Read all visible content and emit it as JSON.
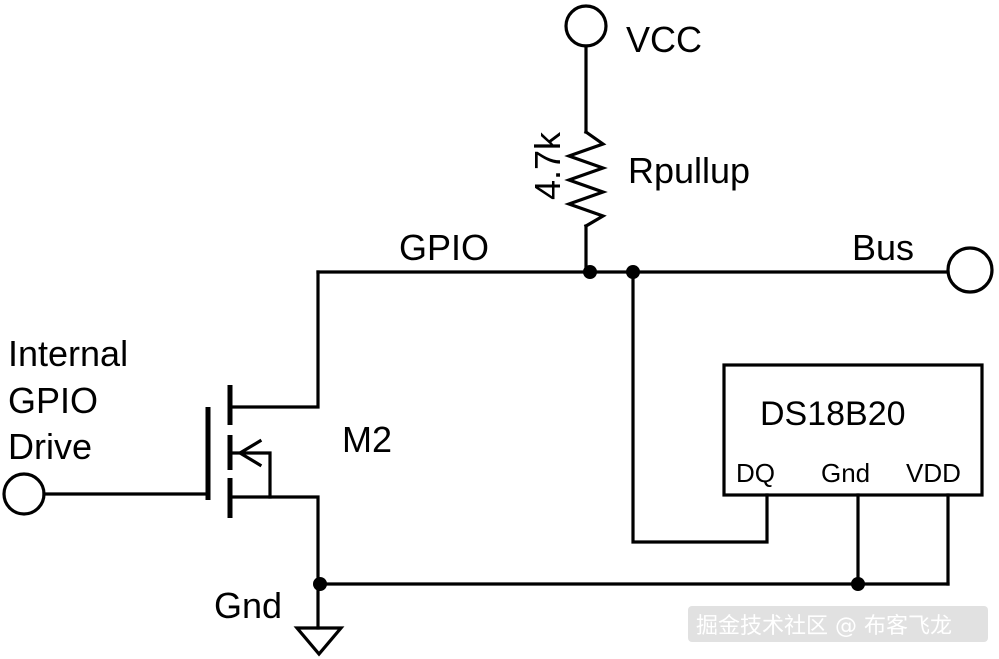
{
  "labels": {
    "vcc": "VCC",
    "resistor_value": "4.7k",
    "resistor_name": "Rpullup",
    "gpio": "GPIO",
    "bus": "Bus",
    "internal_line1": "Internal",
    "internal_line2": "GPIO",
    "internal_line3": "Drive",
    "transistor": "M2",
    "chip_name": "DS18B20",
    "pin_dq": "DQ",
    "pin_gnd": "Gnd",
    "pin_vdd": "VDD",
    "ground": "Gnd"
  },
  "watermark": "掘金技术社区 @ 布客飞龙"
}
